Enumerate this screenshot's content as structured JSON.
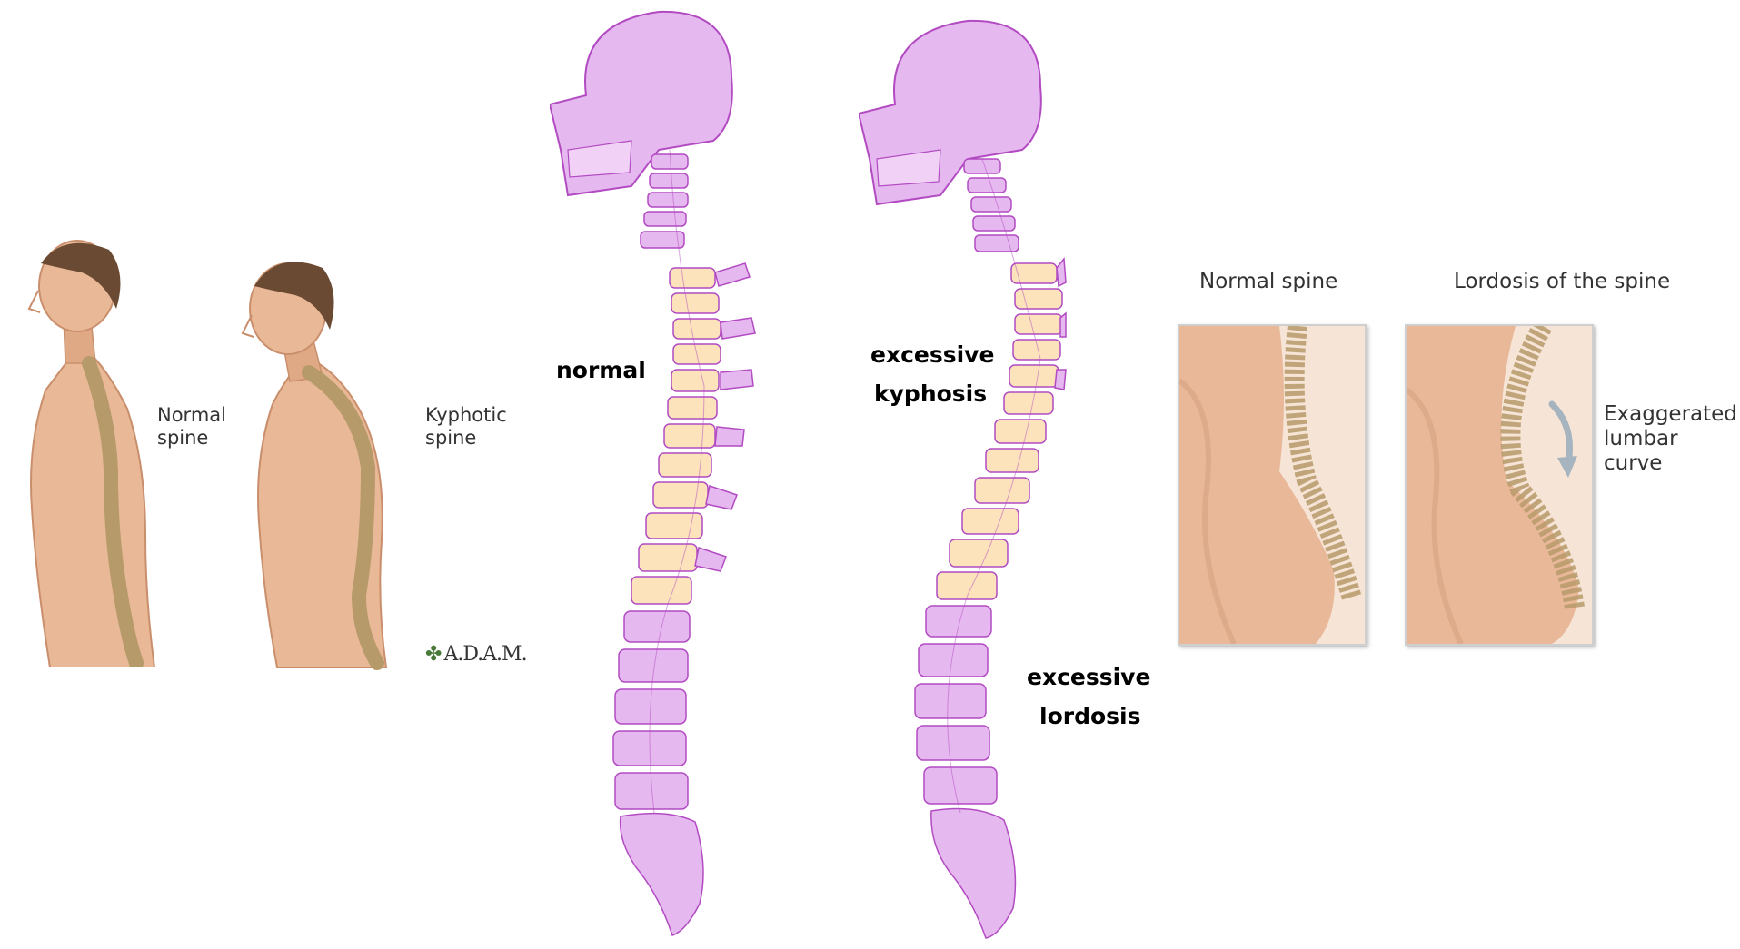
{
  "colors": {
    "skin": "#e9b896",
    "skin_shadow": "#c98f6c",
    "hair": "#6b4a33",
    "bone_outline": "#b24bc2",
    "bone_fill": "#e6b8f0",
    "disc_fill": "#fde3bb",
    "spine_tan": "#b79a6a"
  },
  "kyphosis_panel": {
    "normal_label": [
      "Normal",
      "spine"
    ],
    "kyphotic_label": [
      "Kyphotic",
      "spine"
    ],
    "logo": "A.D.A.M."
  },
  "skeleton_panel": {
    "normal_label": "normal",
    "kyphosis_label": [
      "excessive",
      "kyphosis"
    ],
    "lordosis_label": [
      "excessive",
      "lordosis"
    ]
  },
  "lordosis_panel": {
    "normal_title": "Normal spine",
    "lordosis_title": "Lordosis of the spine",
    "arrow_label": [
      "Exaggerated",
      "lumbar",
      "curve"
    ],
    "arrow_icon": "curved-arrow-down"
  }
}
